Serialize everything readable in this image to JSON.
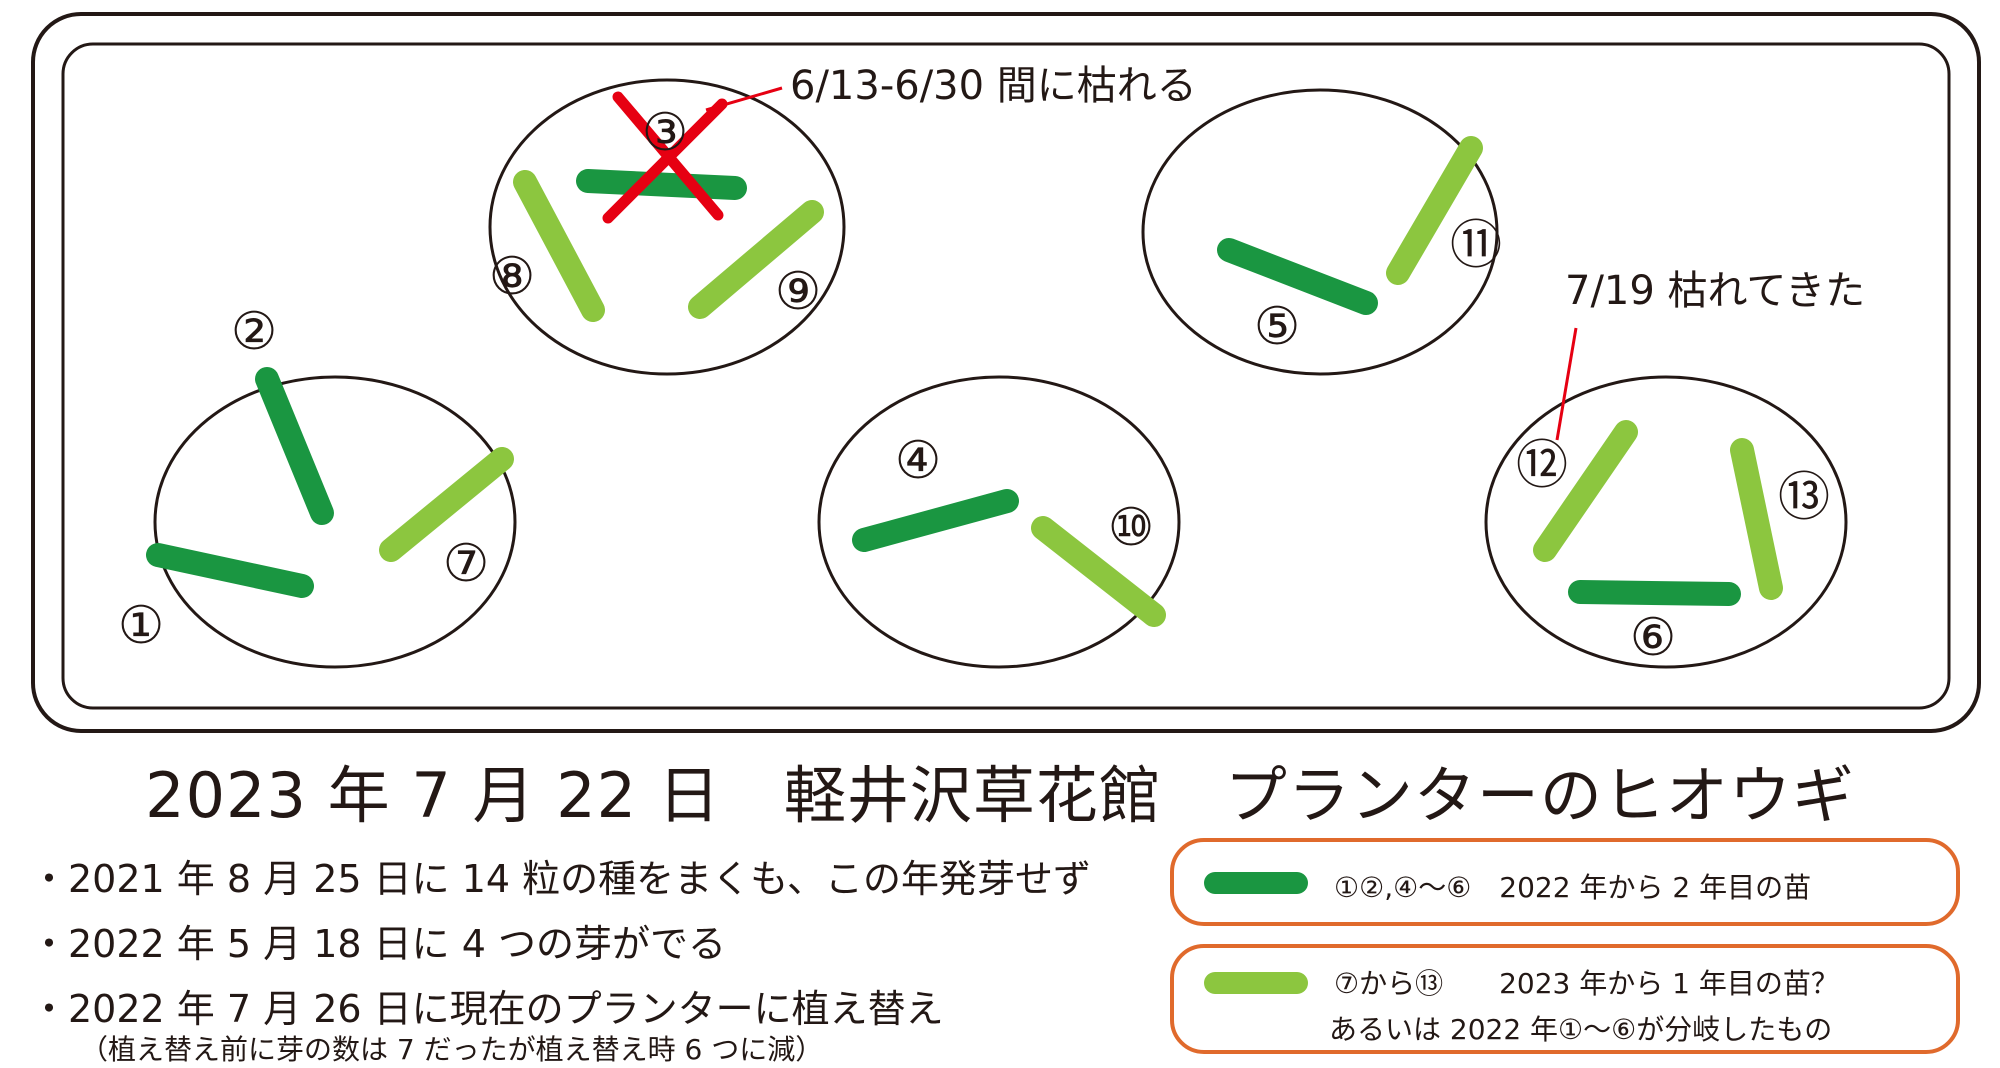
{
  "annotations": {
    "withered_note": "6/13-6/30 間に枯れる",
    "withering_note": "7/19 枯れてきた"
  },
  "plants": {
    "1": "①",
    "2": "②",
    "3": "③",
    "4": "④",
    "5": "⑤",
    "6": "⑥",
    "7": "⑦",
    "8": "⑧",
    "9": "⑨",
    "10": "⑩",
    "11": "⑪",
    "12": "⑫",
    "13": "⑬"
  },
  "title": "2023 年 7 月 22 日　軽井沢草花館　プランターのヒオウギ",
  "notes": [
    "・2021 年 8 月 25 日に 14 粒の種をまくも、この年発芽せず",
    "・2022 年 5 月 18 日に 4 つの芽がでる",
    "・2022 年 7 月 26 日に現在のプランターに植え替え",
    "（植え替え前に芽の数は 7 だったが植え替え時 6 つに減）"
  ],
  "legend": {
    "dark": {
      "text": "①②,④～⑥　2022 年から 2 年目の苗",
      "color": "#1a9641"
    },
    "light": {
      "text_line1": "⑦から⑬　　2023 年から 1 年目の苗？",
      "text_line2": "あるいは 2022 年①～⑥が分岐したもの",
      "color": "#8cc63f"
    }
  },
  "colors": {
    "dark_leaf": "#1a9641",
    "light_leaf": "#8cc63f",
    "cross": "#e60012",
    "legend_border": "#e06a2c",
    "outline": "#231815"
  }
}
